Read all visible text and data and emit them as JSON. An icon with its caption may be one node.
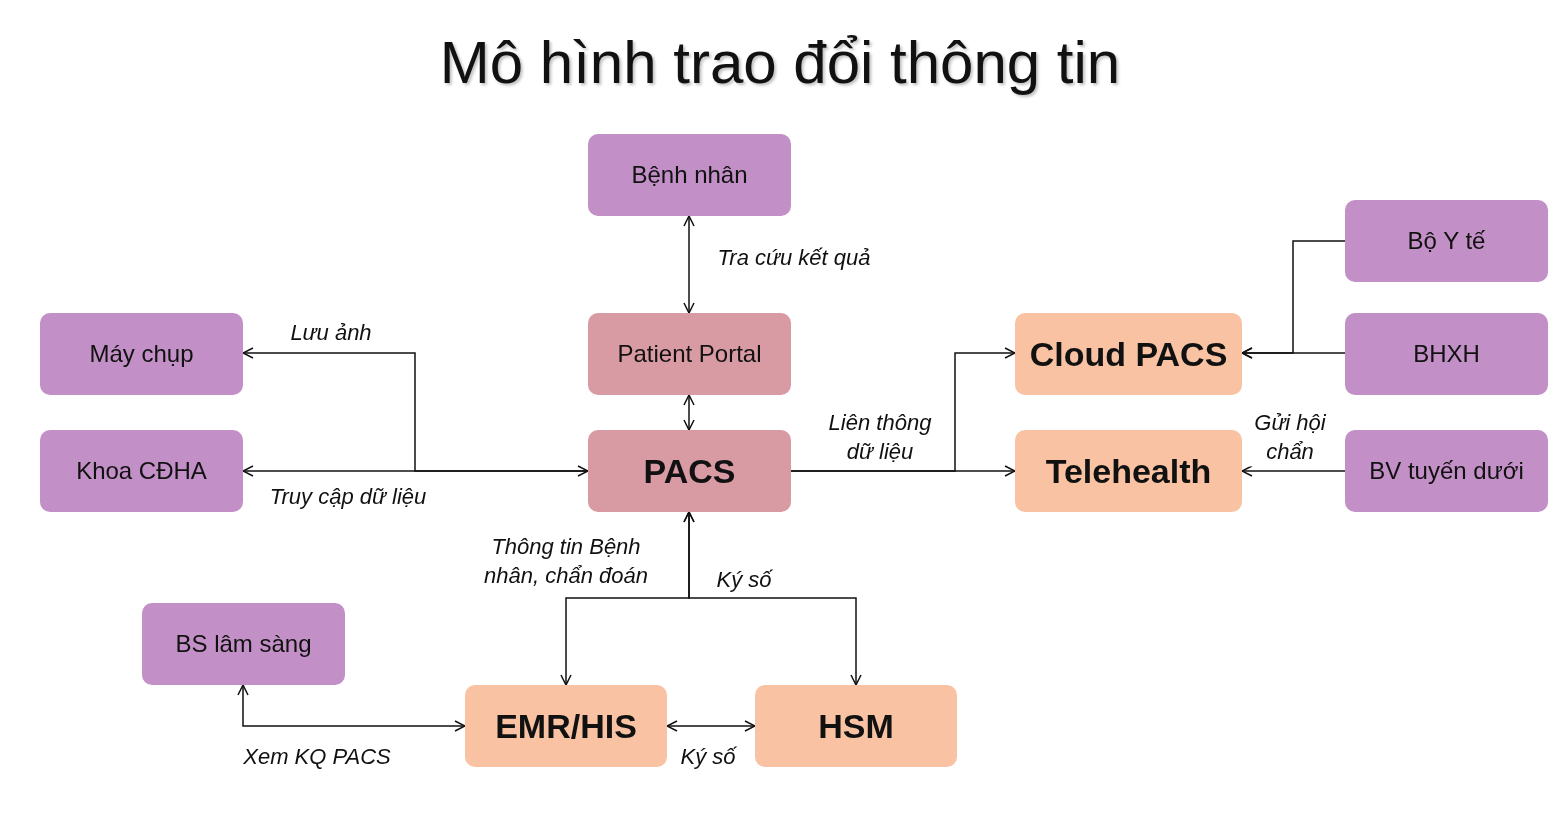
{
  "diagram": {
    "title": "Mô hình trao đổi thông tin",
    "nodes": [
      {
        "text": [
          "Bệnh nhân"
        ]
      },
      {
        "text": [
          "Patient Portal"
        ]
      },
      {
        "text": [
          "Máy chụp"
        ]
      },
      {
        "text": [
          "Khoa CĐHA"
        ]
      },
      {
        "text": [
          "PACS"
        ]
      },
      {
        "text": [
          "Cloud PACS"
        ]
      },
      {
        "text": [
          "Telehealth"
        ]
      },
      {
        "text": [
          "Bộ Y tế"
        ]
      },
      {
        "text": [
          "BHXH"
        ]
      },
      {
        "text": [
          "BV tuyến dưới"
        ]
      },
      {
        "text": [
          "BS lâm sàng"
        ]
      },
      {
        "text": [
          "EMR/HIS"
        ]
      },
      {
        "text": [
          "HSM"
        ]
      }
    ],
    "edges": [
      {
        "from": 0,
        "to": 1,
        "arrow": "both",
        "label": "Tra cứu kết quả"
      },
      {
        "from": 1,
        "to": 4,
        "arrow": "both"
      },
      {
        "from": 4,
        "to": 2,
        "arrow": "to",
        "label": "Lưu ảnh"
      },
      {
        "from": 3,
        "to": 4,
        "arrow": "both",
        "label": "Truy cập dữ liệu"
      },
      {
        "from": 4,
        "to": 5,
        "arrow": "to",
        "label": "Liên thông dữ liệu"
      },
      {
        "from": 4,
        "to": 6,
        "arrow": "to"
      },
      {
        "from": 7,
        "to": 5,
        "arrow": "to"
      },
      {
        "from": 8,
        "to": 5,
        "arrow": "to"
      },
      {
        "from": 9,
        "to": 6,
        "arrow": "to",
        "label": "Gửi hội chẩn"
      },
      {
        "from": 4,
        "to": 11,
        "arrow": "both",
        "label": "Thông tin Bệnh nhân, chẩn đoán"
      },
      {
        "from": 4,
        "to": 12,
        "arrow": "both",
        "label": "Ký số"
      },
      {
        "from": 10,
        "to": 11,
        "arrow": "both",
        "label": "Xem KQ PACS"
      },
      {
        "from": 11,
        "to": 12,
        "arrow": "both",
        "label": "Ký số"
      }
    ]
  }
}
